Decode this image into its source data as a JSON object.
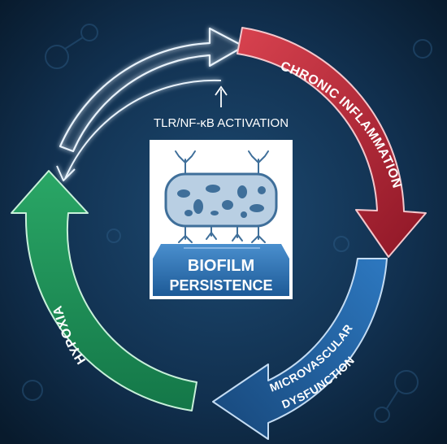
{
  "diagram": {
    "center": {
      "line1": "BIOFILM",
      "line2": "PERSISTENCE"
    },
    "activation_label": "TLR/NF-κB ACTIVATION",
    "cycle": [
      {
        "label": "CHRONIC INFLAMMATION",
        "color": "#b3263a"
      },
      {
        "label": "MICROVASCULAR",
        "label2": "DYSFUNCTION",
        "color": "#1f5f9e"
      },
      {
        "label": "HYPOXIA",
        "color": "#1f8a55"
      }
    ],
    "colors": {
      "background": "#0b2238",
      "outline_arrow": "#e8f2fb",
      "bacteria_body": "#b9cfe3",
      "bacteria_cell": "#3f6f9a",
      "banner": "#2a6aa8"
    }
  }
}
